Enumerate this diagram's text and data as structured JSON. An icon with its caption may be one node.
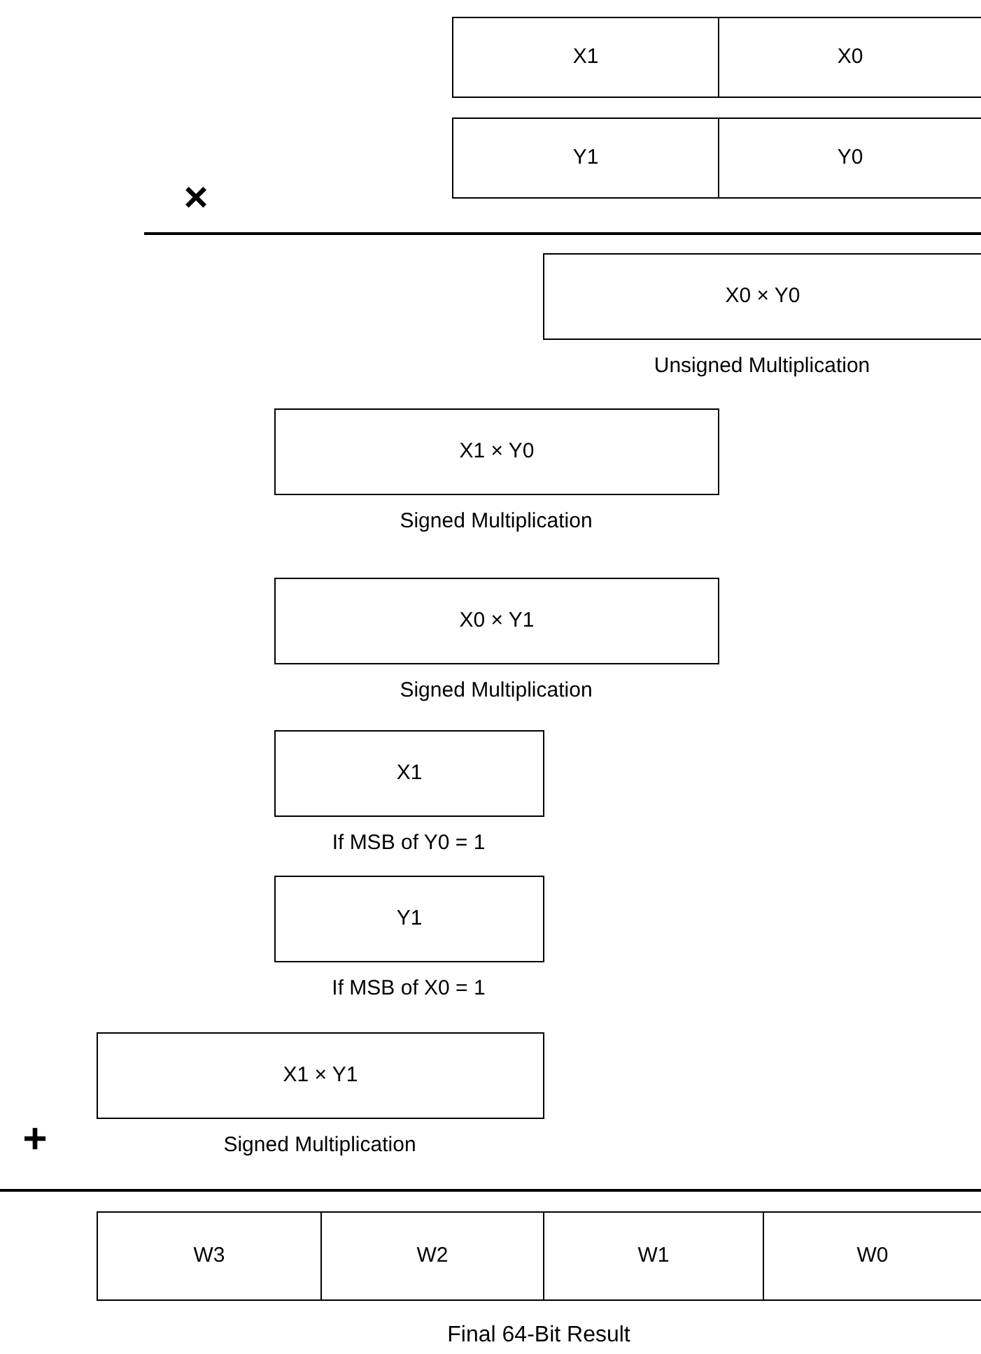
{
  "diagram": {
    "nodes": [
      {
        "text": [
          "X1"
        ]
      },
      {
        "text": [
          "X0"
        ]
      },
      {
        "text": [
          "Y1"
        ]
      },
      {
        "text": [
          "Y0"
        ]
      },
      {
        "text": [
          "X0 × Y0"
        ],
        "beside": [
          "Unsigned Multiplication"
        ]
      },
      {
        "text": [
          "X1 × Y0"
        ],
        "beside": [
          "Signed Multiplication"
        ]
      },
      {
        "text": [
          "X0 × Y1"
        ],
        "beside": [
          "Signed Multiplication"
        ]
      },
      {
        "text": [
          "X1"
        ],
        "beside": [
          "If MSB of Y0 = 1"
        ]
      },
      {
        "text": [
          "Y1"
        ],
        "beside": [
          "If MSB of X0 = 1"
        ]
      },
      {
        "text": [
          "X1 × Y1"
        ],
        "beside": [
          "Signed Multiplication"
        ]
      },
      {
        "text": [
          "W3"
        ]
      },
      {
        "text": [
          "W2"
        ]
      },
      {
        "text": [
          "W1"
        ]
      },
      {
        "text": [
          "W0"
        ]
      }
    ],
    "labels": [
      "×",
      "+",
      "Final 64-Bit Result"
    ]
  }
}
